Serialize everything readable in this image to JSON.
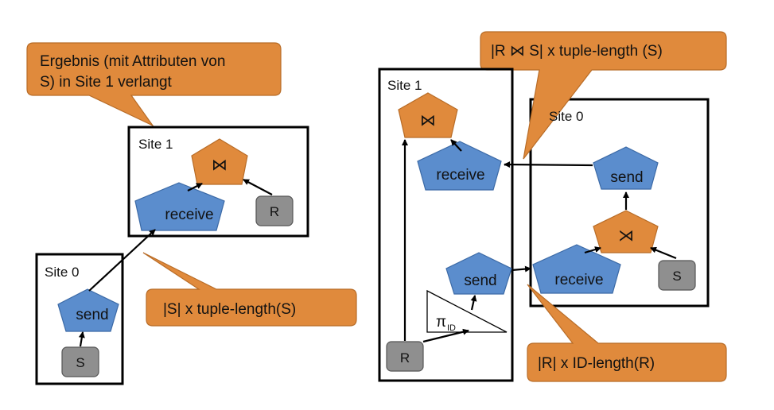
{
  "left": {
    "site1_label": "Site 1",
    "site0_label": "Site 0",
    "join_symbol": "⋈",
    "receive_label": "receive",
    "send_label": "send",
    "r_label": "R",
    "s_label": "S",
    "callout_result_line1": "Ergebnis (mit Attributen von",
    "callout_result_line2": "S) in Site 1 verlangt",
    "callout_cost": "|S| x tuple-length(S)"
  },
  "right": {
    "site1_label": "Site 1",
    "site0_label": "Site 0",
    "join_symbol": "⋈",
    "semijoin_symbol": "⋊",
    "receive_site1_label": "receive",
    "send_site1_label": "send",
    "send_site0_label": "send",
    "receive_site0_label": "receive",
    "r_label": "R",
    "s_label": "S",
    "projection_symbol": "π",
    "projection_subscript": "ID",
    "callout_top": "|R ⋈ S| x tuple-length (S)",
    "callout_bottom": "|R| x ID-length(R)"
  }
}
